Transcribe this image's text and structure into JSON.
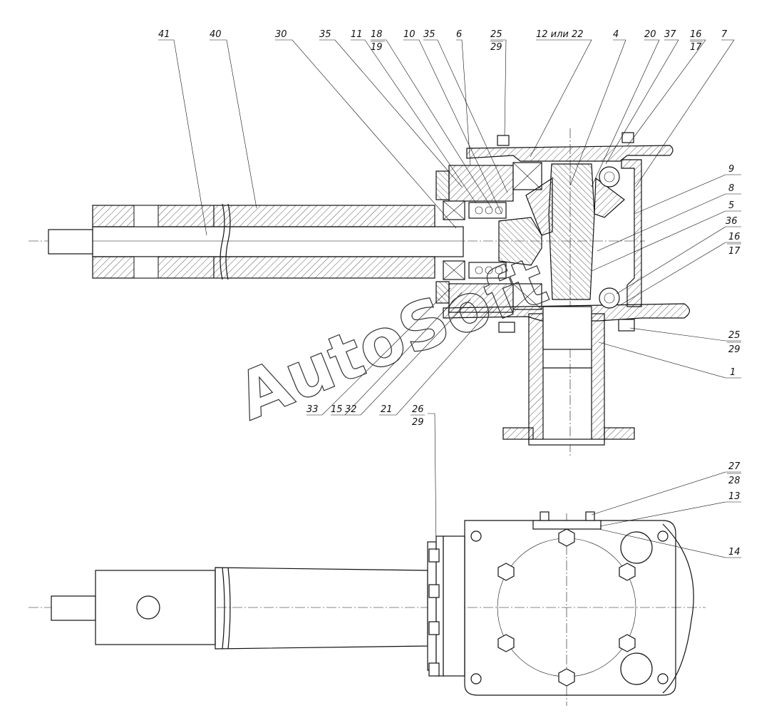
{
  "watermark": "AutoSoft",
  "callouts": {
    "c41": "41",
    "c40": "40",
    "c30": "30",
    "c35a": "35",
    "c11": "11",
    "c18": "18",
    "c19": "19",
    "c10": "10",
    "c35b": "35",
    "c6": "6",
    "c25top": "25",
    "c29top": "29",
    "c12or22": "12 или 22",
    "c4": "4",
    "c20": "20",
    "c37": "37",
    "c16top": "16",
    "c17top": "17",
    "c7": "7",
    "c9": "9",
    "c8": "8",
    "c5": "5",
    "c36": "36",
    "c16r": "16",
    "c17r": "17",
    "c25r": "25",
    "c29r": "29",
    "c1": "1",
    "c33": "33",
    "c15": "15",
    "c32": "32",
    "c21": "21",
    "c26": "26",
    "c29b": "29",
    "c27": "27",
    "c28": "28",
    "c13": "13",
    "c14": "14"
  }
}
